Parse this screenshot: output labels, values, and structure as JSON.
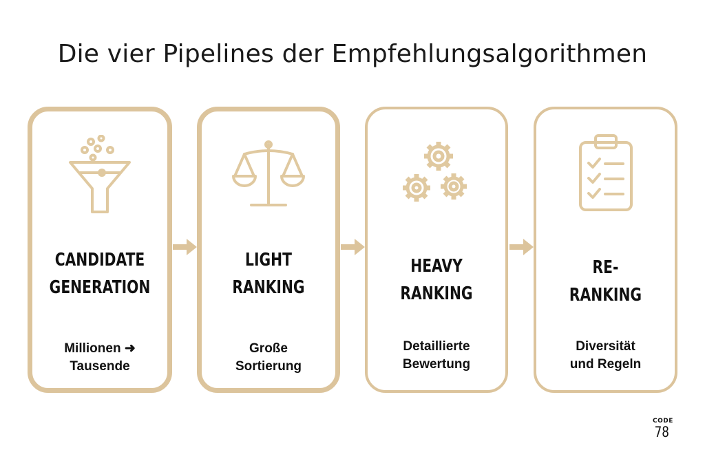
{
  "title": "Die vier Pipelines der Empfehlungsalgorithmen",
  "accent_color": "#dcc49c",
  "icon_color": "#e0c9a0",
  "steps": [
    {
      "heading": "CANDIDATE\nGENERATION",
      "description": "Millionen ➜\nTausende",
      "icon": "funnel-icon"
    },
    {
      "heading": "LIGHT\nRANKING",
      "description": "Große\nSortierung",
      "icon": "scale-icon"
    },
    {
      "heading": "HEAVY\nRANKING",
      "description": "Detaillierte\nBewertung",
      "icon": "gears-icon"
    },
    {
      "heading": "RE-\nRANKING",
      "description": "Diversität\nund Regeln",
      "icon": "clipboard-checklist-icon"
    }
  ],
  "connectors": [
    "arrow-right-icon",
    "arrow-right-icon",
    "arrow-right-icon"
  ],
  "logo": {
    "line1": "CODE",
    "line2": "78"
  }
}
